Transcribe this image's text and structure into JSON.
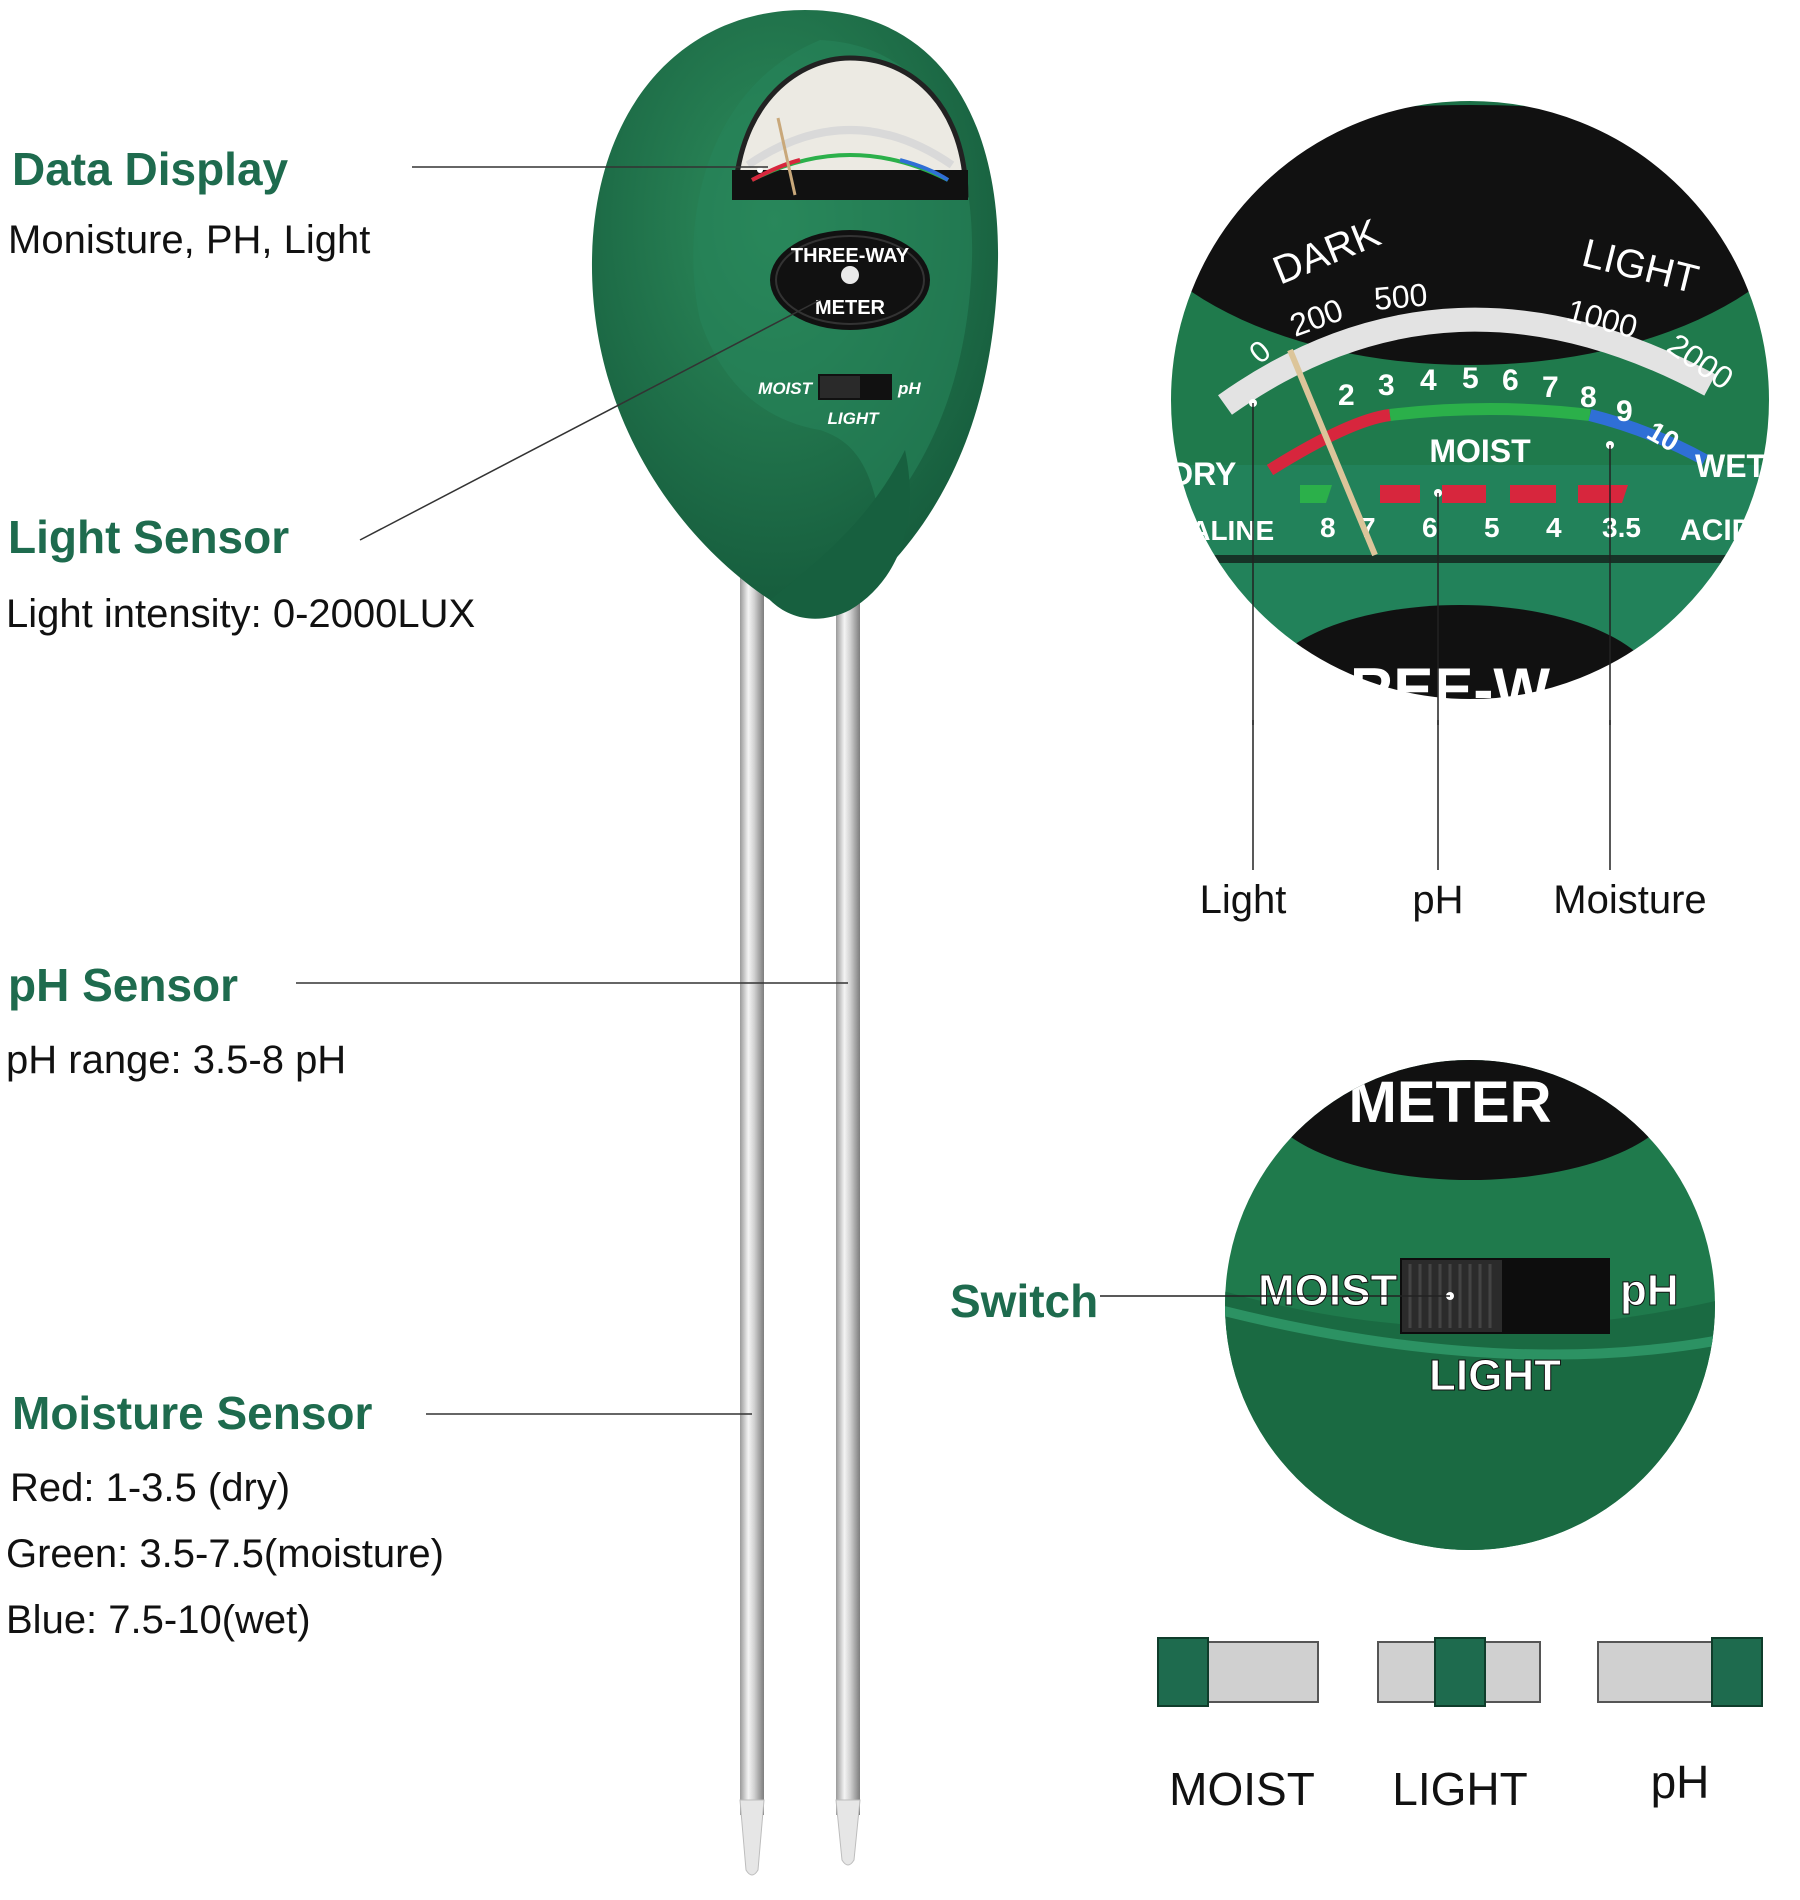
{
  "features": {
    "data_display": {
      "title": "Data Display",
      "desc": "Monisture, PH, Light"
    },
    "light_sensor": {
      "title": "Light Sensor",
      "desc": "Light intensity: 0-2000LUX"
    },
    "ph_sensor": {
      "title": "pH Sensor",
      "desc": "pH range: 3.5-8 pH"
    },
    "moisture_sensor": {
      "title": "Moisture Sensor",
      "lines": [
        "Red: 1-3.5 (dry)",
        "Green: 3.5-7.5(moisture)",
        "Blue: 7.5-10(wet)"
      ]
    }
  },
  "device": {
    "badge_top": "THREE-WAY",
    "badge_bottom": "METER",
    "switch_left": "MOIST",
    "switch_right": "pH",
    "switch_bottom": "LIGHT"
  },
  "gauge": {
    "dark": "DARK",
    "light": "LIGHT",
    "lux_ticks": [
      "0",
      "200",
      "500",
      "1000",
      "2000"
    ],
    "moist_ticks": [
      "2",
      "3",
      "4",
      "5",
      "6",
      "7",
      "8",
      "9",
      "10"
    ],
    "moist": "MOIST",
    "dry": "DRY",
    "wet": "WET",
    "alkaline": "KALINE",
    "acidic": "ACID",
    "ph_ticks": [
      "8",
      "7",
      "6",
      "5",
      "4",
      "3.5"
    ],
    "badge_partial": "REE-W"
  },
  "zoom_labels": {
    "light": "Light",
    "ph": "pH",
    "moisture": "Moisture"
  },
  "switch_zoom": {
    "title": "Switch",
    "badge": "METER",
    "moist": "MOIST",
    "ph": "pH",
    "light": "LIGHT"
  },
  "switch_positions": [
    {
      "label": "MOIST",
      "position": "left"
    },
    {
      "label": "LIGHT",
      "position": "center"
    },
    {
      "label": "pH",
      "position": "right"
    }
  ],
  "colors": {
    "brand_green": "#1e6b4e",
    "device_green": "#1f7a4c",
    "scale_red": "#d7263d",
    "scale_green": "#2bb04a",
    "scale_blue": "#2f6fd6"
  }
}
